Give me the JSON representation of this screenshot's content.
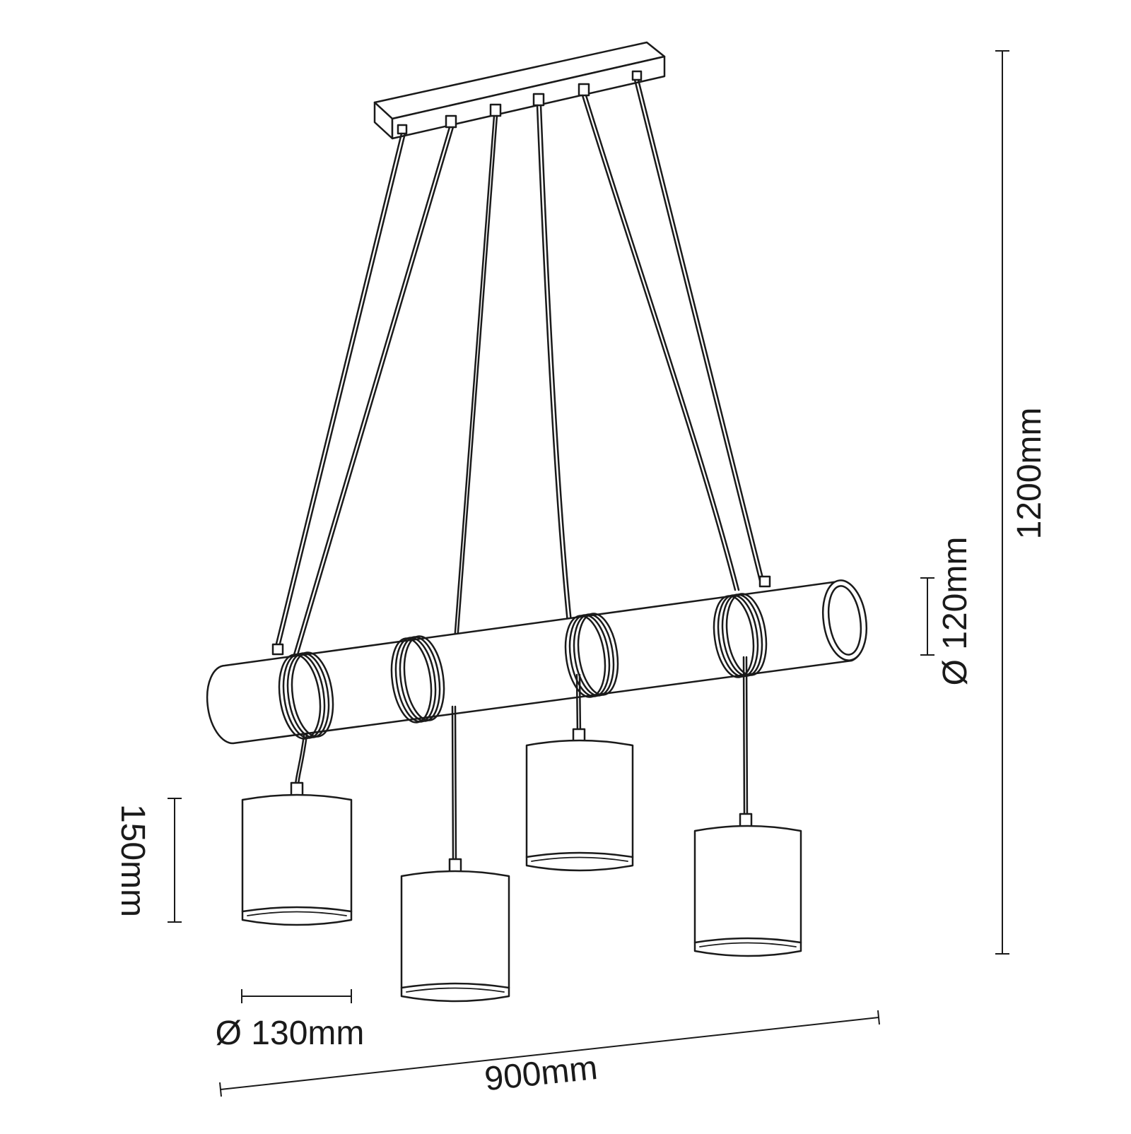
{
  "dimensions": {
    "total_height": "1200mm",
    "beam_diameter": "Ø 120mm",
    "shade_height": "150mm",
    "shade_diameter": "Ø 130mm",
    "total_width": "900mm"
  },
  "colors": {
    "line": "#1a1a1a",
    "background": "#ffffff"
  }
}
